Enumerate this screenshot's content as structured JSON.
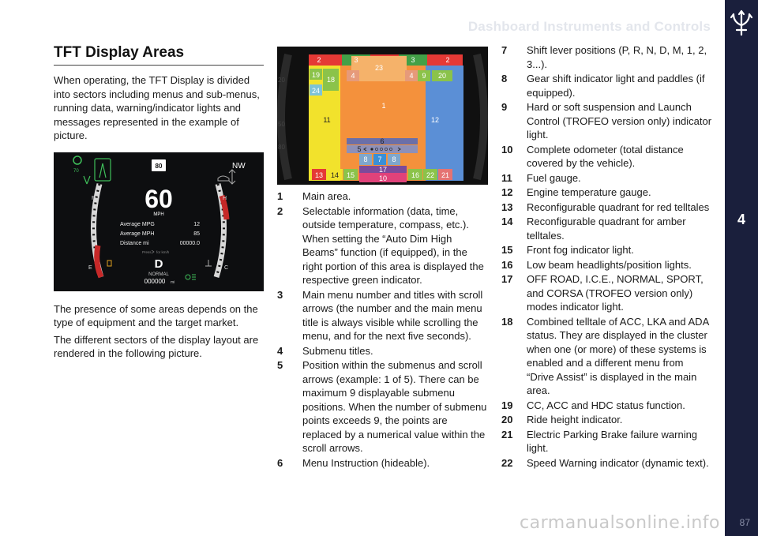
{
  "header": {
    "title": "Dashboard Instruments and Controls"
  },
  "side": {
    "chapter": "4",
    "logo_icon": "trident-icon"
  },
  "page_number": "87",
  "watermark": "carmanualsonline.info",
  "colors": {
    "side_band": "#1a1f3c",
    "header_text": "#e3e6ec"
  },
  "section": {
    "title": "TFT Display Areas",
    "intro": "When operating, the TFT Display is divided into sectors including menus and sub-menus, running data, warning/indicator lights and messages represented in the example of picture.",
    "para2": "The presence of some areas depends on the type of equipment and the target market.",
    "para3": "The different sectors of the display layout are rendered in the following picture."
  },
  "display_photo": {
    "speed_limit": "80",
    "compass": "NW",
    "speed": "60",
    "speed_unit": "MPH",
    "rows": [
      {
        "label": "Average MPG",
        "value": "12"
      },
      {
        "label": "Average MPH",
        "value": "85"
      },
      {
        "label": "Distance mi",
        "value": "00000.0"
      }
    ],
    "press_hint": "Press",
    "press_target": "for km/h",
    "gear": "D",
    "mode": "NORMAL",
    "odometer": "000000",
    "odometer_unit": "mi",
    "fuel_full": "F",
    "fuel_empty": "E",
    "temp_hot": "H",
    "temp_cold": "C",
    "acc_speed": "70"
  },
  "layout_diagram": {
    "zone_labels": [
      "1",
      "2",
      "2",
      "3",
      "3",
      "4",
      "4",
      "5",
      "6",
      "7",
      "8",
      "8",
      "9",
      "10",
      "11",
      "12",
      "13",
      "14",
      "15",
      "16",
      "17",
      "18",
      "19",
      "20",
      "21",
      "22",
      "23",
      "24"
    ],
    "speed_ticks": [
      "20",
      "50",
      "80"
    ]
  },
  "legend_col2": [
    {
      "num": "1",
      "text": "Main area."
    },
    {
      "num": "2",
      "text": "Selectable information (data, time, outside temperature, compass, etc.). When setting the “Auto Dim High Beams” function (if equipped), in the right portion of this area is displayed the respective green indicator."
    },
    {
      "num": "3",
      "text": "Main menu number and titles with scroll arrows (the number and the main menu title is always visible while scrolling the menu, and for the next five seconds)."
    },
    {
      "num": "4",
      "text": "Submenu titles."
    },
    {
      "num": "5",
      "text": "Position within the submenus and scroll arrows (example: 1 of 5). There can be maximum 9 displayable submenu positions. When the number of submenu points exceeds 9, the points are replaced by a numerical value within the scroll arrows."
    },
    {
      "num": "6",
      "text": "Menu Instruction (hideable)."
    }
  ],
  "legend_col3": [
    {
      "num": "7",
      "text": "Shift lever positions (P, R, N, D, M, 1, 2, 3...)."
    },
    {
      "num": "8",
      "text": "Gear shift indicator light and paddles (if equipped)."
    },
    {
      "num": "9",
      "text": "Hard or soft suspension and Launch Control (TROFEO version only) indicator light."
    },
    {
      "num": "10",
      "text": "Complete odometer (total distance covered by the vehicle)."
    },
    {
      "num": "11",
      "text": "Fuel gauge."
    },
    {
      "num": "12",
      "text": "Engine temperature gauge."
    },
    {
      "num": "13",
      "text": "Reconfigurable quadrant for red telltales"
    },
    {
      "num": "14",
      "text": "Reconfigurable quadrant for amber telltales."
    },
    {
      "num": "15",
      "text": "Front fog indicator light."
    },
    {
      "num": "16",
      "text": "Low beam headlights/position lights."
    },
    {
      "num": "17",
      "text": "OFF ROAD, I.C.E., NORMAL, SPORT, and CORSA (TROFEO version only) modes indicator light."
    },
    {
      "num": "18",
      "text": "Combined telltale of ACC, LKA and ADA status. They are displayed in the cluster when one (or more) of these systems is enabled and a different menu from “Drive Assist” is displayed in the main area."
    },
    {
      "num": "19",
      "text": "CC, ACC and HDC status function."
    },
    {
      "num": "20",
      "text": "Ride height indicator."
    },
    {
      "num": "21",
      "text": "Electric Parking Brake failure warning light."
    },
    {
      "num": "22",
      "text": "Speed Warning indicator (dynamic text)."
    }
  ]
}
